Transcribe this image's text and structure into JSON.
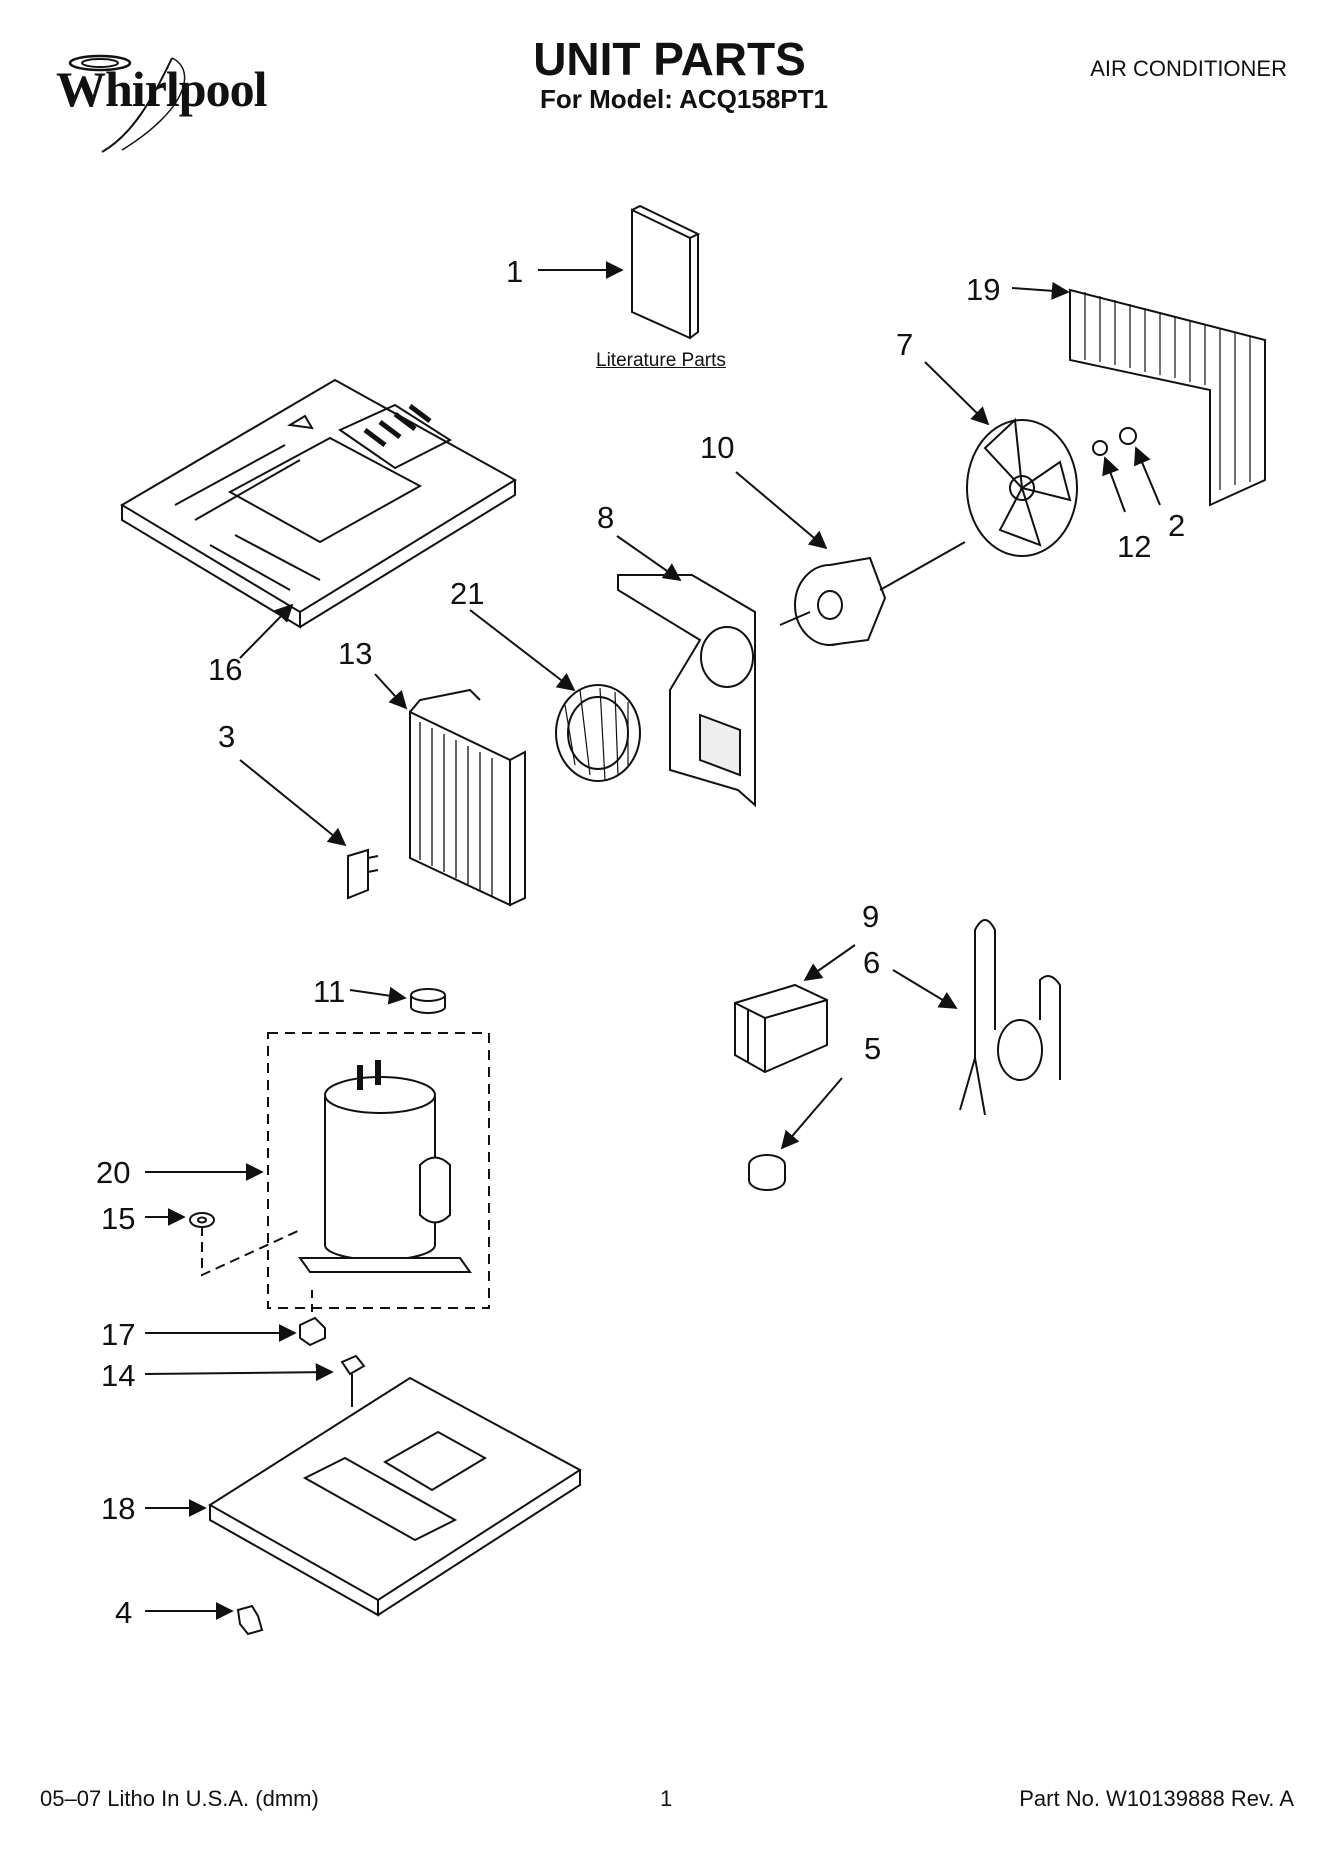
{
  "header": {
    "brand": "Whirlpool",
    "title": "UNIT PARTS",
    "model_line": "For Model: ACQ158PT1",
    "product": "AIR CONDITIONER"
  },
  "literature_label": "Literature Parts",
  "callouts": [
    "1",
    "2",
    "3",
    "4",
    "5",
    "6",
    "7",
    "8",
    "9",
    "10",
    "11",
    "12",
    "13",
    "14",
    "15",
    "16",
    "17",
    "18",
    "19",
    "20",
    "21"
  ],
  "footer": {
    "left": "05–07 Litho In U.S.A. (dmm)",
    "center": "1",
    "right": "Part No. W10139888 Rev. A"
  }
}
